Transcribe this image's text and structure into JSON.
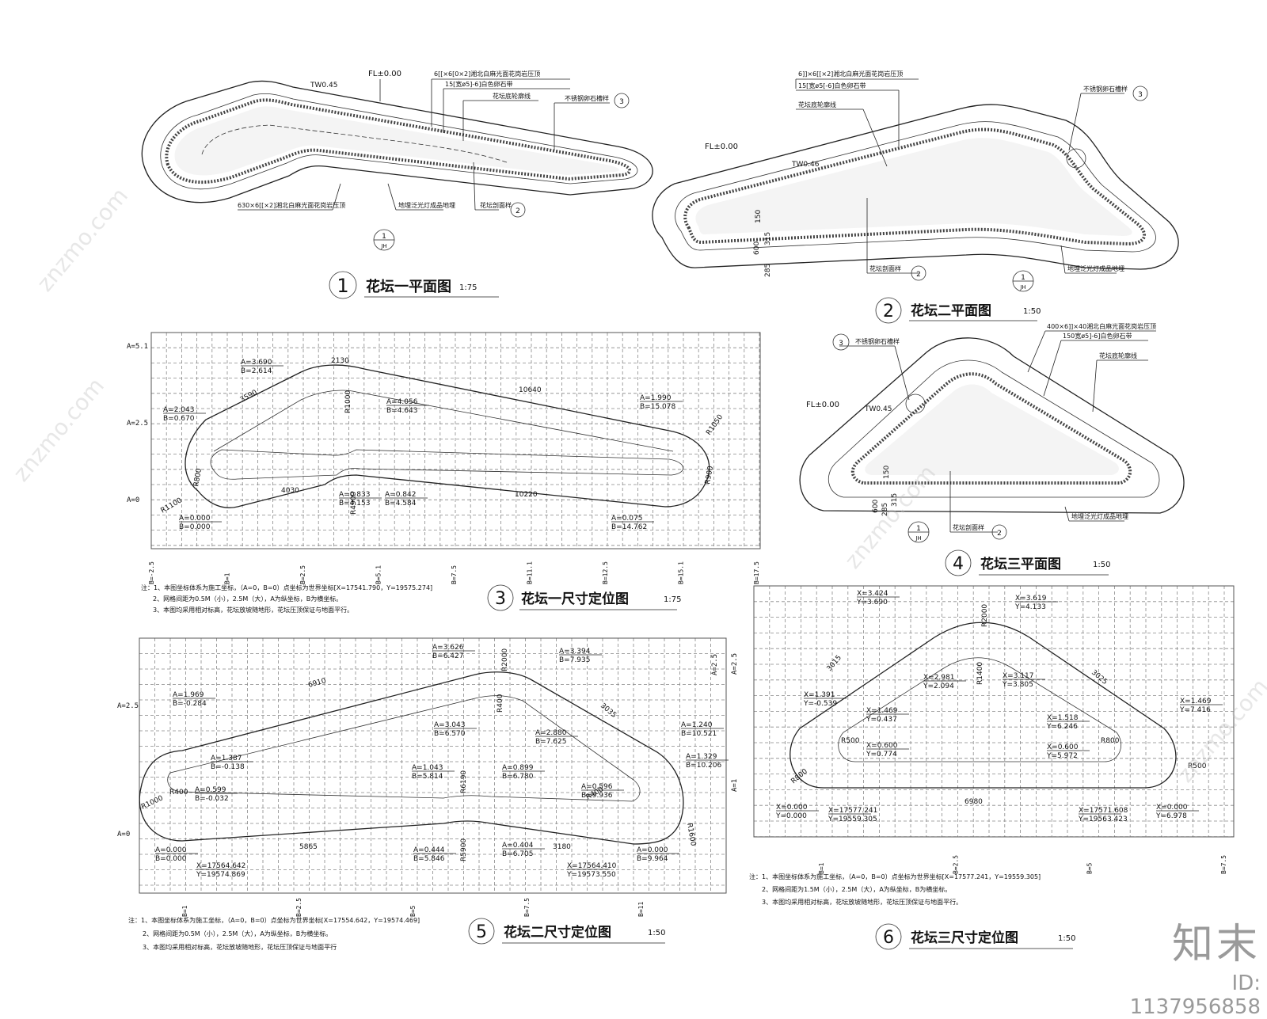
{
  "views": {
    "v1": {
      "num": "1",
      "title": "花坛一平面图",
      "scale": "1:75",
      "labels": {
        "fl": "FL±0.00",
        "tw": "TW0.45",
        "l1": "6[[×6[0×2]湘北白麻光面花岗岩压顶",
        "l2": "15[宽ø5]-6]白色卵石带",
        "l3": "花坛底轮廓线",
        "l4": "不锈钢卵石槽样",
        "l5": "630×6[[×2]湘北白麻光面花岗岩压顶",
        "l6": "地埋泛光灯成品地埋",
        "l7": "花坛剖面样",
        "ref3": "3",
        "ref2": "2",
        "sec": "1",
        "secsub": "JH"
      }
    },
    "v2": {
      "num": "2",
      "title": "花坛二平面图",
      "scale": "1:50",
      "labels": {
        "fl": "FL±0.00",
        "tw": "TW0.46",
        "l1": "6]]×6[[×2]湘北白麻光面花岗岩压顶",
        "l2": "15[宽ø5[-6]白色卵石带",
        "l3": "花坛底轮廓线",
        "l4": "不锈钢卵石槽样",
        "l5": "花坛剖面样",
        "l6": "地埋泛光灯成品地埋",
        "d1": "150",
        "d2": "600",
        "d3": "315",
        "d4": "285",
        "ref3": "3",
        "ref2": "2",
        "sec": "1",
        "secsub": "JH"
      }
    },
    "v3": {
      "num": "3",
      "title": "花坛一尺寸定位图",
      "scale": "1:75",
      "axisA": [
        "A=5.1",
        "A=2.5",
        "A=0"
      ],
      "axisB": [
        "B=-2.5",
        "B=1",
        "B=2.5",
        "B=5.1",
        "B=7.5",
        "B=11.1",
        "B=12.5",
        "B=15.1",
        "B=17.5"
      ],
      "coords": [
        "A=3.690",
        "B=2.614",
        "A=2.043",
        "B=0.670",
        "A=4.056",
        "B=4.643",
        "A=1.990",
        "B=15.078",
        "A=0.000",
        "B=0.000",
        "A=0.833",
        "B=4.153",
        "A=0.842",
        "B=4.584",
        "A=0.075",
        "B=14.762"
      ],
      "dims": [
        "2130",
        "3590",
        "10640",
        "4030",
        "10220",
        "R1000",
        "R4900",
        "R1050",
        "R900",
        "R1100",
        "R800"
      ]
    },
    "v3notes": [
      "注：1、本图坐标体系为施工坐标，（A=0，B=0）点坐标为世界坐标[X=17541.790，Y=19575.274]",
      "2、网格间距为0.5M（小），2.5M（大），A为纵坐标，B为横坐标。",
      "3、本图均采用相对标高，花坛放坡随地形，花坛压顶保证与地面平行。"
    ],
    "v4": {
      "num": "4",
      "title": "花坛三平面图",
      "scale": "1:50",
      "labels": {
        "fl": "FL±0.00",
        "tw": "TW0.45",
        "l1": "400×6]]×40湘北白麻光面花岗岩压顶",
        "l2": "150宽ø5]-6]白色卵石带",
        "l3": "花坛底轮廓线",
        "l4": "不锈钢卵石槽样",
        "l5": "花坛剖面样",
        "l6": "地埋泛光灯成品地埋",
        "d1": "150",
        "d2": "600",
        "d3": "285",
        "d4": "315",
        "ref3": "3",
        "ref2": "2",
        "sec": "1",
        "secsub": "JH"
      }
    },
    "v5": {
      "num": "5",
      "title": "花坛二尺寸定位图",
      "scale": "1:50",
      "axisA": [
        "A=2.5",
        "A=0"
      ],
      "axisB": [
        "B=1",
        "B=2.5",
        "B=5",
        "B=7.5",
        "B=11"
      ],
      "coords": [
        "A=3.626",
        "B=6.427",
        "A=3.394",
        "B=7.935",
        "A=1.969",
        "B=-0.284",
        "A=3.043",
        "B=6.570",
        "A=2.880",
        "B=7.625",
        "A=1.240",
        "B=10.521",
        "A=1.329",
        "B=10.206",
        "A=1.387",
        "B=-0.138",
        "A=0.599",
        "B=-0.032",
        "A=1.043",
        "B=5.814",
        "A=0.899",
        "B=6.780",
        "A=0.596",
        "B=9.936",
        "A=0.000",
        "B=0.000",
        "A=0.444",
        "B=5.846",
        "A=0.404",
        "B=6.705",
        "A=0.000",
        "B=9.964",
        "X=17564.642",
        "Y=19574.869",
        "X=17564.410",
        "Y=19573.550"
      ],
      "dims": [
        "6910",
        "3035",
        "5865",
        "3180",
        "R2000",
        "R1000",
        "R400",
        "R6190",
        "R400",
        "R1600",
        "R5900",
        "R400"
      ]
    },
    "v5notes": [
      "注：1、本图坐标体系为施工坐标，（A=0，B=0）点坐标为世界坐标[X=17554.642，Y=19574.469]",
      "2、网格间距为0.5M（小），2.5M（大），A为纵坐标，B为横坐标。",
      "3、本图均采用相对标高，花坛放坡随地形，花坛压顶保证与地面平行"
    ],
    "v6": {
      "num": "6",
      "title": "花坛三尺寸定位图",
      "scale": "1:50",
      "axisA": [
        "A=2.5",
        "A=1"
      ],
      "axisB": [
        "B=1",
        "B=2.5",
        "B=5",
        "B=7.5"
      ],
      "coords": [
        "X=3.424",
        "Y=3.690",
        "X=3.619",
        "Y=4.133",
        "X=2.981",
        "Y=2.094",
        "X=3.117",
        "Y=3.805",
        "X=1.391",
        "Y=-0.539",
        "X=1.469",
        "Y=0.437",
        "X=1.518",
        "Y=6.246",
        "X=1.469",
        "Y=7.416",
        "X=0.600",
        "Y=0.774",
        "X=0.600",
        "Y=5.972",
        "X=0.000",
        "Y=0.000",
        "X=17577.241",
        "Y=19559.305",
        "X=17571.608",
        "Y=19563.423",
        "X=0.000",
        "Y=6.978"
      ],
      "dims": [
        "3015",
        "3025",
        "6980",
        "R2000",
        "R1400",
        "R800",
        "R500",
        "R800",
        "R500"
      ]
    },
    "v6notes": [
      "注：1、本图坐标体系为施工坐标，（A=0，B=0）点坐标为世界坐标[X=17577.241，Y=19559.305]",
      "2、网格间距为1.5M（小），2.5M（大），A为纵坐标，B为横坐标。",
      "3、本图均采用相对标高，花坛放坡随地形，花坛压顶保证与地面平行。"
    ]
  },
  "brand": {
    "logo": "知末",
    "id": "ID: 1137956858"
  },
  "watermark": "znzmo.com",
  "colors": {
    "ink": "#111111",
    "grid": "#888888",
    "watermark": "#bbbbbb"
  }
}
